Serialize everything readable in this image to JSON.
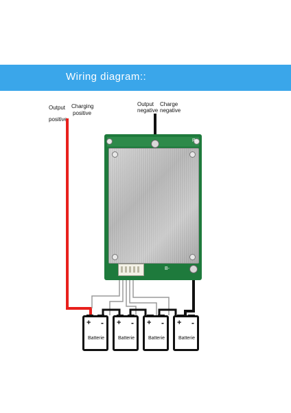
{
  "banner": {
    "title": "Wiring diagram::"
  },
  "labels": {
    "output": "Output",
    "positive": "positive",
    "charging": "Charging",
    "charging_positive": "positive",
    "output_neg_1": "Output",
    "output_neg_2": "negative",
    "charge_neg_1": "Charge",
    "charge_neg_2": "negative"
  },
  "board": {
    "marks": {
      "b_minus": "B-",
      "p_minus": "P-"
    }
  },
  "batteries": [
    {
      "label": "Batterie",
      "plus": "+",
      "minus": "-"
    },
    {
      "label": "Batterie",
      "plus": "+",
      "minus": "-"
    },
    {
      "label": "Batterie",
      "plus": "+",
      "minus": "-"
    },
    {
      "label": "Batterie",
      "plus": "+",
      "minus": "-"
    }
  ],
  "colors": {
    "banner": "#3aa6ea",
    "positive_wire": "#e8201c",
    "negative_wire": "#111111",
    "board": "#1e7a3c"
  }
}
